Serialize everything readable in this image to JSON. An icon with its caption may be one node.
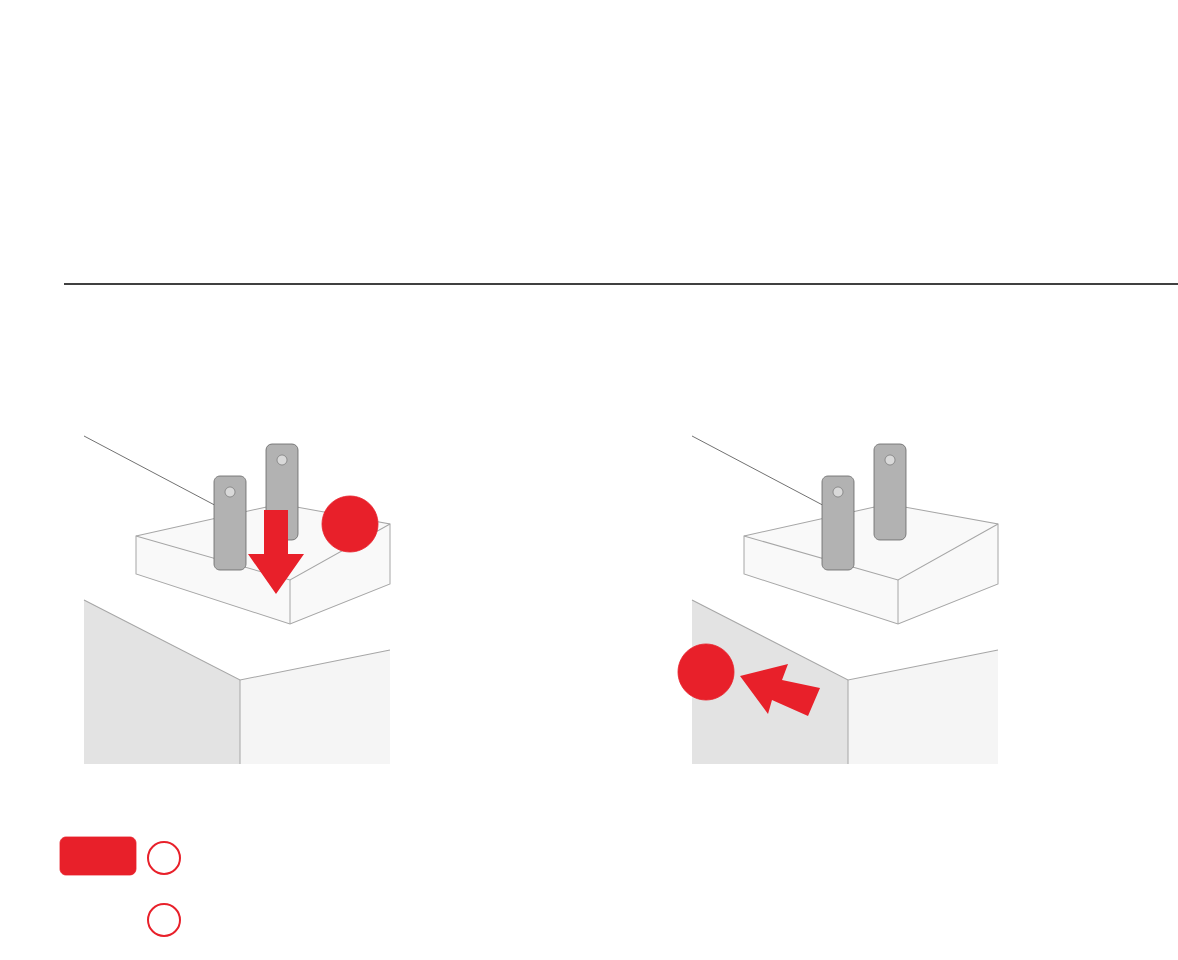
{
  "diagram": {
    "nodes": [
      {
        "text": [],
        "shape": "circle"
      },
      {
        "text": [],
        "shape": "circle"
      },
      {
        "text": [],
        "shape": "box"
      },
      {
        "text": [],
        "shape": "circle"
      },
      {
        "text": [],
        "shape": "circle"
      }
    ]
  }
}
